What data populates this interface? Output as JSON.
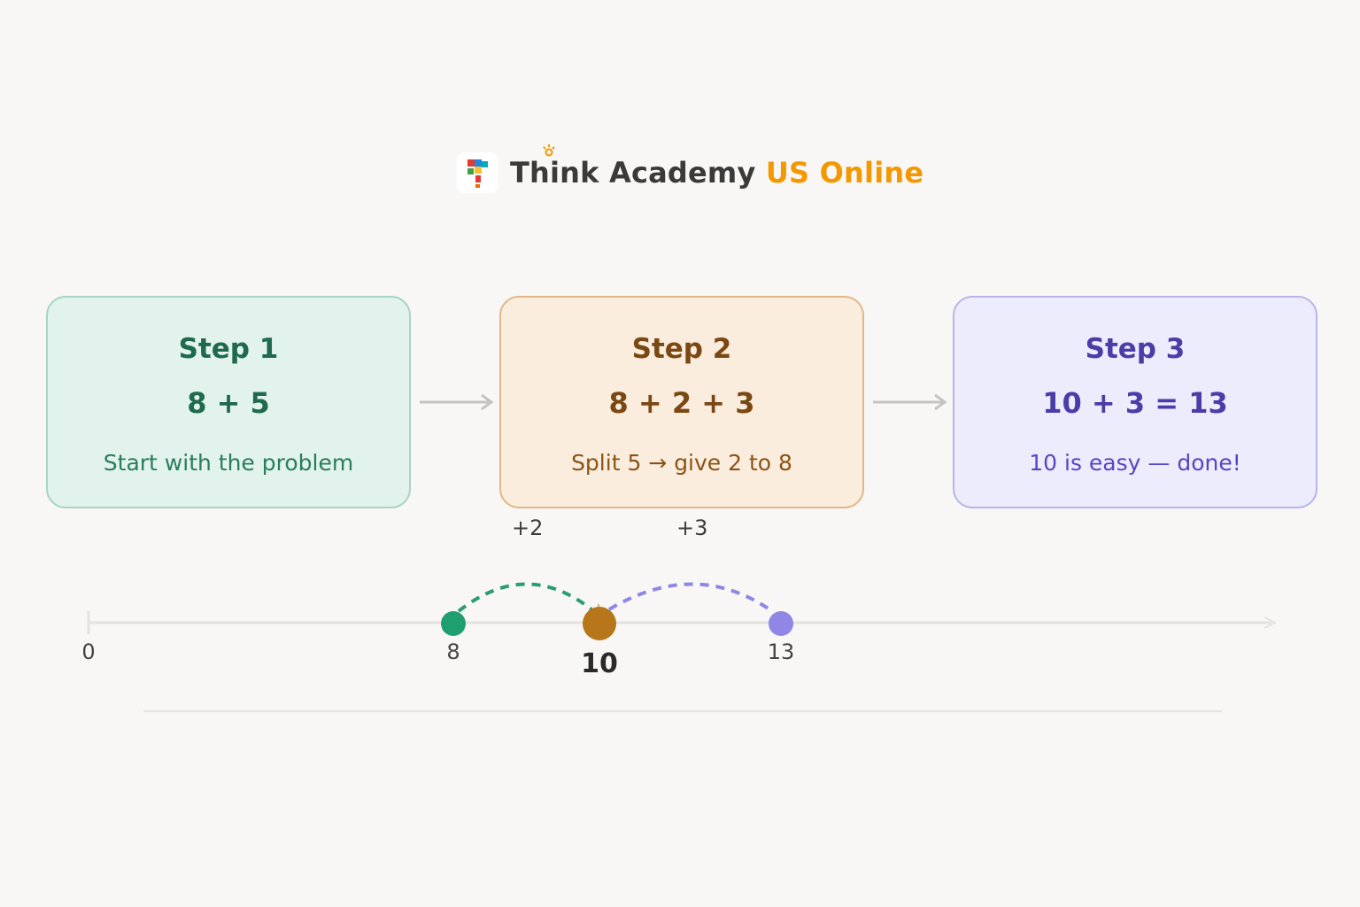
{
  "brand": {
    "name": "Think Academy",
    "accent": "US Online",
    "logo_icon": "think-academy-logo"
  },
  "steps": [
    {
      "title": "Step 1",
      "expression": "8 + 5",
      "description": "Start with the problem",
      "color": "#1f6a4f"
    },
    {
      "title": "Step 2",
      "expression": "8 + 2 + 3",
      "description": "Split 5 → give 2 to 8",
      "color": "#7a4812"
    },
    {
      "title": "Step 3",
      "expression": "10 + 3 = 13",
      "description": "10 is easy — done!",
      "color": "#4a3da8"
    }
  ],
  "number_line": {
    "ticks": [
      "0",
      "8",
      "10",
      "13"
    ],
    "jumps": [
      {
        "label": "+2",
        "from": 8,
        "to": 10,
        "color": "#2a9d6f"
      },
      {
        "label": "+3",
        "from": 10,
        "to": 13,
        "color": "#8f86e6"
      }
    ],
    "points": [
      {
        "value": 8,
        "color": "#1f9e6e"
      },
      {
        "value": 10,
        "color": "#b8761a"
      },
      {
        "value": 13,
        "color": "#8f86e6"
      }
    ]
  }
}
